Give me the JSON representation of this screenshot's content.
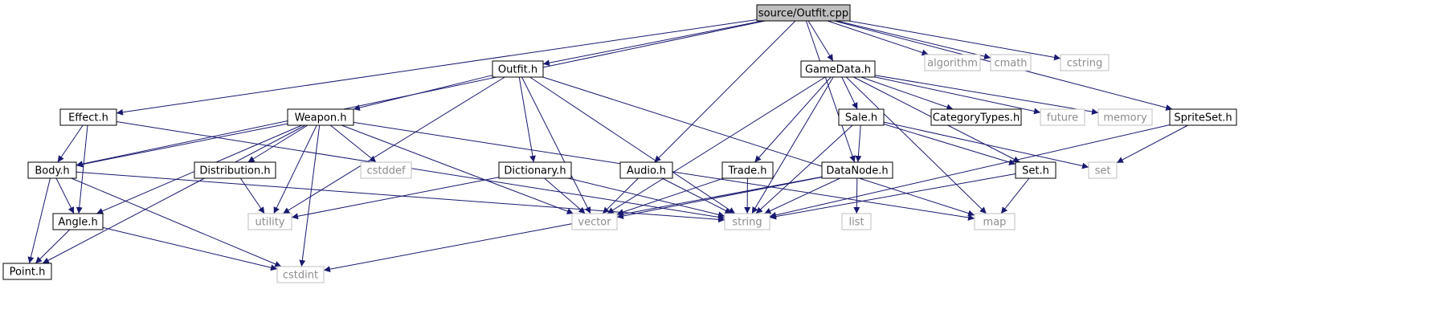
{
  "diagram": {
    "type": "include-dependency-graph",
    "colors": {
      "root_fill": "#bfbfbf",
      "local_border": "#000000",
      "system_border": "#bfbfbf",
      "system_text": "#8c8c8c",
      "edge": "#191970"
    },
    "nodes": [
      {
        "id": "outfit_cpp",
        "label": "source/Outfit.cpp",
        "kind": "root"
      },
      {
        "id": "outfit_h",
        "label": "Outfit.h",
        "kind": "local"
      },
      {
        "id": "gamedata_h",
        "label": "GameData.h",
        "kind": "local"
      },
      {
        "id": "algorithm",
        "label": "algorithm",
        "kind": "system"
      },
      {
        "id": "cmath",
        "label": "cmath",
        "kind": "system"
      },
      {
        "id": "cstring",
        "label": "cstring",
        "kind": "system"
      },
      {
        "id": "effect_h",
        "label": "Effect.h",
        "kind": "local"
      },
      {
        "id": "weapon_h",
        "label": "Weapon.h",
        "kind": "local"
      },
      {
        "id": "sale_h",
        "label": "Sale.h",
        "kind": "local"
      },
      {
        "id": "categorytypes_h",
        "label": "CategoryTypes.h",
        "kind": "local"
      },
      {
        "id": "future",
        "label": "future",
        "kind": "system"
      },
      {
        "id": "memory",
        "label": "memory",
        "kind": "system"
      },
      {
        "id": "spriteset_h",
        "label": "SpriteSet.h",
        "kind": "local"
      },
      {
        "id": "body_h",
        "label": "Body.h",
        "kind": "local"
      },
      {
        "id": "distribution_h",
        "label": "Distribution.h",
        "kind": "local"
      },
      {
        "id": "cstddef",
        "label": "cstddef",
        "kind": "system"
      },
      {
        "id": "dictionary_h",
        "label": "Dictionary.h",
        "kind": "local"
      },
      {
        "id": "audio_h",
        "label": "Audio.h",
        "kind": "local"
      },
      {
        "id": "trade_h",
        "label": "Trade.h",
        "kind": "local"
      },
      {
        "id": "datanode_h",
        "label": "DataNode.h",
        "kind": "local"
      },
      {
        "id": "set_h",
        "label": "Set.h",
        "kind": "local"
      },
      {
        "id": "set",
        "label": "set",
        "kind": "system"
      },
      {
        "id": "angle_h",
        "label": "Angle.h",
        "kind": "local"
      },
      {
        "id": "utility",
        "label": "utility",
        "kind": "system"
      },
      {
        "id": "vector",
        "label": "vector",
        "kind": "system"
      },
      {
        "id": "string",
        "label": "string",
        "kind": "system"
      },
      {
        "id": "list",
        "label": "list",
        "kind": "system"
      },
      {
        "id": "map",
        "label": "map",
        "kind": "system"
      },
      {
        "id": "point_h",
        "label": "Point.h",
        "kind": "local"
      },
      {
        "id": "cstdint",
        "label": "cstdint",
        "kind": "system"
      }
    ],
    "edges": [
      {
        "from": "outfit_cpp",
        "to": "outfit_h"
      },
      {
        "from": "outfit_cpp",
        "to": "gamedata_h"
      },
      {
        "from": "outfit_cpp",
        "to": "algorithm"
      },
      {
        "from": "outfit_cpp",
        "to": "cmath"
      },
      {
        "from": "outfit_cpp",
        "to": "cstring"
      },
      {
        "from": "outfit_cpp",
        "to": "effect_h"
      },
      {
        "from": "outfit_cpp",
        "to": "body_h"
      },
      {
        "from": "outfit_cpp",
        "to": "audio_h"
      },
      {
        "from": "outfit_cpp",
        "to": "datanode_h"
      },
      {
        "from": "outfit_cpp",
        "to": "spriteset_h"
      },
      {
        "from": "outfit_h",
        "to": "weapon_h"
      },
      {
        "from": "outfit_h",
        "to": "dictionary_h"
      },
      {
        "from": "outfit_h",
        "to": "utility"
      },
      {
        "from": "outfit_h",
        "to": "vector"
      },
      {
        "from": "outfit_h",
        "to": "string"
      },
      {
        "from": "outfit_h",
        "to": "map"
      },
      {
        "from": "gamedata_h",
        "to": "sale_h"
      },
      {
        "from": "gamedata_h",
        "to": "categorytypes_h"
      },
      {
        "from": "gamedata_h",
        "to": "future"
      },
      {
        "from": "gamedata_h",
        "to": "memory"
      },
      {
        "from": "gamedata_h",
        "to": "trade_h"
      },
      {
        "from": "gamedata_h",
        "to": "set_h"
      },
      {
        "from": "gamedata_h",
        "to": "vector"
      },
      {
        "from": "gamedata_h",
        "to": "string"
      },
      {
        "from": "gamedata_h",
        "to": "map"
      },
      {
        "from": "effect_h",
        "to": "body_h"
      },
      {
        "from": "effect_h",
        "to": "angle_h"
      },
      {
        "from": "effect_h",
        "to": "string"
      },
      {
        "from": "weapon_h",
        "to": "body_h"
      },
      {
        "from": "weapon_h",
        "to": "distribution_h"
      },
      {
        "from": "weapon_h",
        "to": "cstddef"
      },
      {
        "from": "weapon_h",
        "to": "angle_h"
      },
      {
        "from": "weapon_h",
        "to": "point_h"
      },
      {
        "from": "weapon_h",
        "to": "utility"
      },
      {
        "from": "weapon_h",
        "to": "vector"
      },
      {
        "from": "weapon_h",
        "to": "cstdint"
      },
      {
        "from": "weapon_h",
        "to": "map"
      },
      {
        "from": "sale_h",
        "to": "datanode_h"
      },
      {
        "from": "sale_h",
        "to": "set_h"
      },
      {
        "from": "sale_h",
        "to": "set"
      },
      {
        "from": "sale_h",
        "to": "string"
      },
      {
        "from": "spriteset_h",
        "to": "set"
      },
      {
        "from": "spriteset_h",
        "to": "string"
      },
      {
        "from": "body_h",
        "to": "angle_h"
      },
      {
        "from": "body_h",
        "to": "point_h"
      },
      {
        "from": "body_h",
        "to": "string"
      },
      {
        "from": "body_h",
        "to": "cstdint"
      },
      {
        "from": "distribution_h",
        "to": "utility"
      },
      {
        "from": "dictionary_h",
        "to": "utility"
      },
      {
        "from": "dictionary_h",
        "to": "vector"
      },
      {
        "from": "dictionary_h",
        "to": "string"
      },
      {
        "from": "audio_h",
        "to": "vector"
      },
      {
        "from": "audio_h",
        "to": "string"
      },
      {
        "from": "trade_h",
        "to": "vector"
      },
      {
        "from": "trade_h",
        "to": "string"
      },
      {
        "from": "datanode_h",
        "to": "list"
      },
      {
        "from": "datanode_h",
        "to": "vector"
      },
      {
        "from": "datanode_h",
        "to": "string"
      },
      {
        "from": "datanode_h",
        "to": "cstdint"
      },
      {
        "from": "set_h",
        "to": "string"
      },
      {
        "from": "set_h",
        "to": "map"
      },
      {
        "from": "angle_h",
        "to": "point_h"
      },
      {
        "from": "angle_h",
        "to": "cstdint"
      }
    ]
  }
}
